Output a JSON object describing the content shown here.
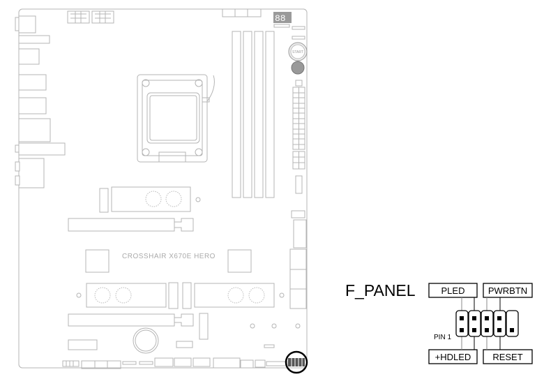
{
  "board": {
    "model_text": "CROSSHAIR X670E HERO",
    "start_button_label": "START"
  },
  "f_panel": {
    "title": "F_PANEL",
    "pin1_label": "PIN 1",
    "top_labels": [
      "PLED",
      "PWRBTN"
    ],
    "bottom_labels": [
      "+HDLED",
      "RESET"
    ]
  },
  "colors": {
    "board_line": "#b4b4b4",
    "highlight": "#000000"
  }
}
